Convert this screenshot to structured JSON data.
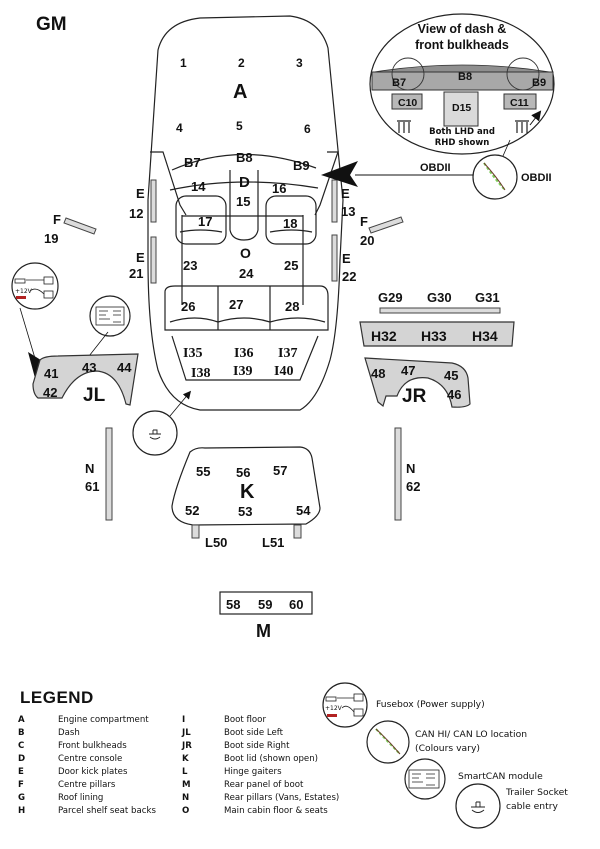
{
  "brand": "GM",
  "inset": {
    "title_line1": "View of dash &",
    "title_line2": "front bulkheads",
    "labels": [
      "B7",
      "B8",
      "B9",
      "C10",
      "D15",
      "C11"
    ],
    "note_line1": "Both LHD and",
    "note_line2": "RHD shown"
  },
  "obd": {
    "arrow_label": "OBDII",
    "circle_label": "OBDII"
  },
  "engine": {
    "zone": "A",
    "points": [
      "1",
      "2",
      "3",
      "4",
      "5",
      "6"
    ]
  },
  "dash": {
    "points": [
      "B7",
      "B8",
      "B9"
    ]
  },
  "console": {
    "zone": "D",
    "point": "15"
  },
  "cabin": {
    "zone": "O",
    "points": [
      "14",
      "16",
      "17",
      "18",
      "23",
      "24",
      "25",
      "26",
      "27",
      "28"
    ]
  },
  "boot_floor": {
    "points": [
      "I35",
      "I36",
      "I37",
      "I38",
      "I39",
      "I40"
    ]
  },
  "kick_plates": [
    {
      "zone": "E",
      "num": "12"
    },
    {
      "zone": "E",
      "num": "13"
    },
    {
      "zone": "E",
      "num": "21"
    },
    {
      "zone": "E",
      "num": "22"
    }
  ],
  "centre_pillars": [
    {
      "zone": "F",
      "num": "19"
    },
    {
      "zone": "F",
      "num": "20"
    }
  ],
  "roof": {
    "points": [
      "G29",
      "G30",
      "G31"
    ]
  },
  "parcel_shelf": {
    "points": [
      "H32",
      "H33",
      "H34"
    ]
  },
  "boot_left": {
    "zone": "JL",
    "points": [
      "41",
      "42",
      "43",
      "44"
    ]
  },
  "boot_right": {
    "zone": "JR",
    "points": [
      "45",
      "46",
      "47",
      "48"
    ]
  },
  "rear_pillars": [
    {
      "zone": "N",
      "num": "61"
    },
    {
      "zone": "N",
      "num": "62"
    }
  ],
  "boot_lid": {
    "zone": "K",
    "points": [
      "52",
      "53",
      "54",
      "55",
      "56",
      "57"
    ]
  },
  "hinges": {
    "points": [
      "L50",
      "L51"
    ]
  },
  "rear_panel": {
    "zone": "M",
    "points": [
      "58",
      "59",
      "60"
    ]
  },
  "fusebox_icon_text": "+12V",
  "legend": {
    "title": "LEGEND",
    "left": [
      {
        "key": "A",
        "desc": "Engine compartment"
      },
      {
        "key": "B",
        "desc": "Dash"
      },
      {
        "key": "C",
        "desc": "Front bulkheads"
      },
      {
        "key": "D",
        "desc": "Centre console"
      },
      {
        "key": "E",
        "desc": "Door kick plates"
      },
      {
        "key": "F",
        "desc": "Centre pillars"
      },
      {
        "key": "G",
        "desc": "Roof lining"
      },
      {
        "key": "H",
        "desc": "Parcel shelf seat backs"
      }
    ],
    "right": [
      {
        "key": "I",
        "desc": "Boot floor"
      },
      {
        "key": "JL",
        "desc": "Boot side Left"
      },
      {
        "key": "JR",
        "desc": "Boot side Right"
      },
      {
        "key": "K",
        "desc": "Boot lid (shown open)"
      },
      {
        "key": "L",
        "desc": "Hinge gaiters"
      },
      {
        "key": "M",
        "desc": "Rear panel of boot"
      },
      {
        "key": "N",
        "desc": "Rear pillars (Vans, Estates)"
      },
      {
        "key": "O",
        "desc": "Main cabin floor & seats"
      }
    ],
    "symbols": {
      "fusebox": "Fusebox (Power supply)",
      "can_line1": "CAN HI/ CAN LO location",
      "can_line2": "(Colours vary)",
      "smartcan": "SmartCAN module",
      "trailer_line1": "Trailer Socket",
      "trailer_line2": "cable entry"
    }
  },
  "colors": {
    "panel_gray": "#d4d4d4",
    "inset_dash": "#a8a8a8",
    "can_green": "#7ccf5a",
    "can_brown": "#6b3a2a",
    "fuse_red": "#b22222"
  }
}
